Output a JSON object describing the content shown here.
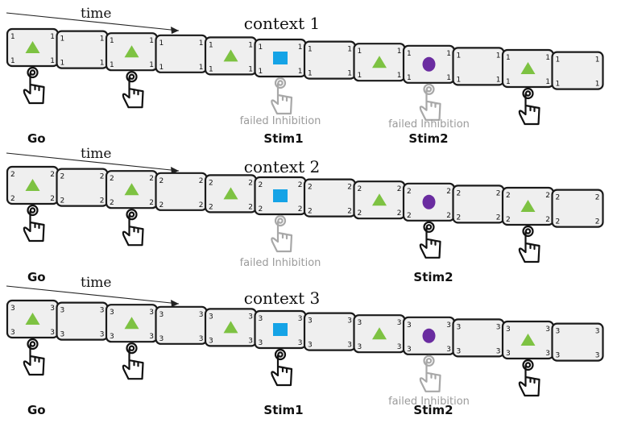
{
  "colors": {
    "card_fill": "#efefef",
    "card_stroke": "#1a1a1a",
    "triangle": "#7dc242",
    "square": "#15a3e6",
    "circle": "#6a2ca0",
    "hand_dark": "#111111",
    "hand_faded": "#a8a8a8",
    "failed_text": "#9b9b9b"
  },
  "rows": [
    {
      "context_title": "context 1",
      "time_label": "time",
      "corner_number": "1",
      "cards": [
        {
          "shape": "triangle",
          "response": "press"
        },
        {
          "shape": "none",
          "response": "none"
        },
        {
          "shape": "triangle",
          "response": "press"
        },
        {
          "shape": "none",
          "response": "none"
        },
        {
          "shape": "triangle",
          "response": "none"
        },
        {
          "shape": "square",
          "response": "failed"
        },
        {
          "shape": "none",
          "response": "none"
        },
        {
          "shape": "triangle",
          "response": "none"
        },
        {
          "shape": "circle",
          "response": "failed"
        },
        {
          "shape": "none",
          "response": "none"
        },
        {
          "shape": "triangle",
          "response": "press"
        },
        {
          "shape": "none",
          "response": "none"
        }
      ],
      "failed_label": "failed Inhibition",
      "labels": {
        "go": "Go",
        "stim1": "Stim1",
        "stim2": "Stim2"
      }
    },
    {
      "context_title": "context 2",
      "time_label": "time",
      "corner_number": "2",
      "cards": [
        {
          "shape": "triangle",
          "response": "press"
        },
        {
          "shape": "none",
          "response": "none"
        },
        {
          "shape": "triangle",
          "response": "press"
        },
        {
          "shape": "none",
          "response": "none"
        },
        {
          "shape": "triangle",
          "response": "none"
        },
        {
          "shape": "square",
          "response": "failed"
        },
        {
          "shape": "none",
          "response": "none"
        },
        {
          "shape": "triangle",
          "response": "none"
        },
        {
          "shape": "circle",
          "response": "press"
        },
        {
          "shape": "none",
          "response": "none"
        },
        {
          "shape": "triangle",
          "response": "press"
        },
        {
          "shape": "none",
          "response": "none"
        }
      ],
      "failed_label": "failed Inhibition",
      "labels": {
        "go": "Go",
        "stim1": "",
        "stim2": "Stim2"
      }
    },
    {
      "context_title": "context 3",
      "time_label": "time",
      "corner_number": "3",
      "cards": [
        {
          "shape": "triangle",
          "response": "press"
        },
        {
          "shape": "none",
          "response": "none"
        },
        {
          "shape": "triangle",
          "response": "press"
        },
        {
          "shape": "none",
          "response": "none"
        },
        {
          "shape": "triangle",
          "response": "none"
        },
        {
          "shape": "square",
          "response": "press"
        },
        {
          "shape": "none",
          "response": "none"
        },
        {
          "shape": "triangle",
          "response": "none"
        },
        {
          "shape": "circle",
          "response": "failed"
        },
        {
          "shape": "none",
          "response": "none"
        },
        {
          "shape": "triangle",
          "response": "press"
        },
        {
          "shape": "none",
          "response": "none"
        }
      ],
      "failed_label": "failed Inhibition",
      "labels": {
        "go": "Go",
        "stim1": "Stim1",
        "stim2": "Stim2"
      }
    }
  ]
}
